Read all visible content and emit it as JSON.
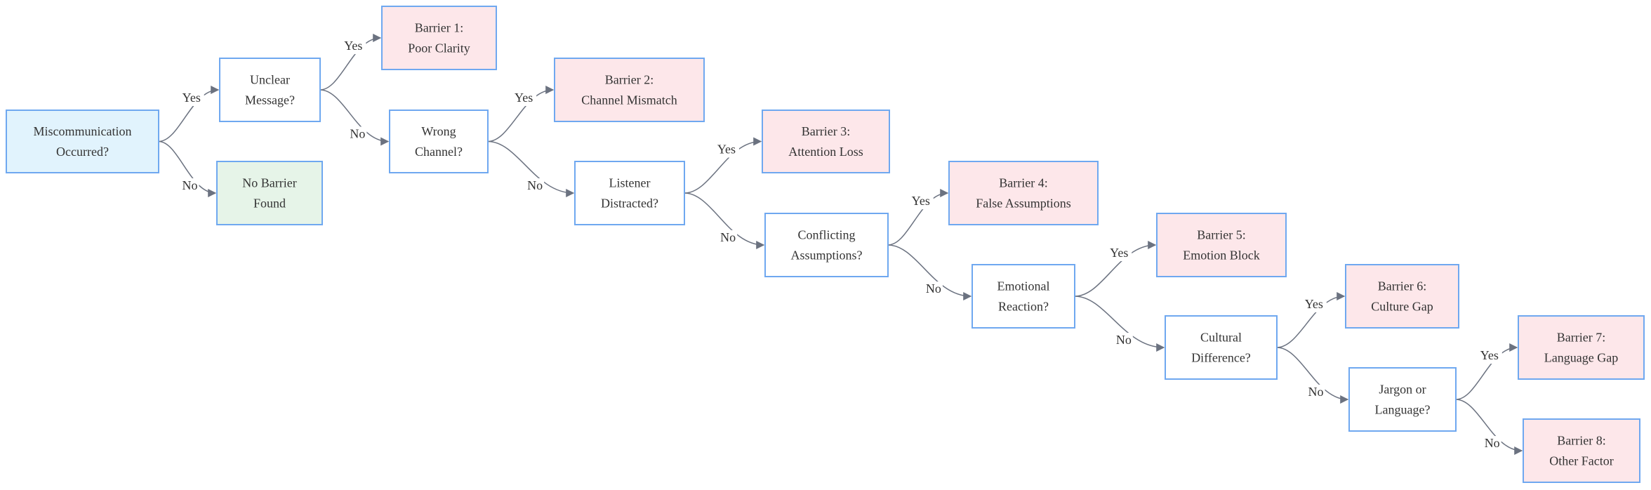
{
  "colors": {
    "start_fill": "#e1f3fd",
    "question_fill": "#ffffff",
    "barrier_fill": "#fde7ea",
    "none_fill": "#e6f4e8",
    "border": "#6fa8f0",
    "edge": "#6b7280",
    "text": "#333333"
  },
  "nodes": {
    "start": [
      "Miscommunication",
      "Occurred?"
    ],
    "no_barrier": [
      "No Barrier",
      "Found"
    ],
    "q_unclear": [
      "Unclear",
      "Message?"
    ],
    "b1": [
      "Barrier 1:",
      "Poor Clarity"
    ],
    "q_channel": [
      "Wrong",
      "Channel?"
    ],
    "b2": [
      "Barrier 2:",
      "Channel Mismatch"
    ],
    "q_listener": [
      "Listener",
      "Distracted?"
    ],
    "b3": [
      "Barrier 3:",
      "Attention Loss"
    ],
    "q_assumptions": [
      "Conflicting",
      "Assumptions?"
    ],
    "b4": [
      "Barrier 4:",
      "False Assumptions"
    ],
    "q_emotional": [
      "Emotional",
      "Reaction?"
    ],
    "b5": [
      "Barrier 5:",
      "Emotion Block"
    ],
    "q_cultural": [
      "Cultural",
      "Difference?"
    ],
    "b6": [
      "Barrier 6:",
      "Culture Gap"
    ],
    "q_jargon": [
      "Jargon or",
      "Language?"
    ],
    "b7": [
      "Barrier 7:",
      "Language Gap"
    ],
    "b8": [
      "Barrier 8:",
      "Other Factor"
    ]
  },
  "edges": [
    {
      "from": "start",
      "to": "q_unclear",
      "label": "Yes"
    },
    {
      "from": "start",
      "to": "no_barrier",
      "label": "No"
    },
    {
      "from": "q_unclear",
      "to": "b1",
      "label": "Yes"
    },
    {
      "from": "q_unclear",
      "to": "q_channel",
      "label": "No"
    },
    {
      "from": "q_channel",
      "to": "b2",
      "label": "Yes"
    },
    {
      "from": "q_channel",
      "to": "q_listener",
      "label": "No"
    },
    {
      "from": "q_listener",
      "to": "b3",
      "label": "Yes"
    },
    {
      "from": "q_listener",
      "to": "q_assumptions",
      "label": "No"
    },
    {
      "from": "q_assumptions",
      "to": "b4",
      "label": "Yes"
    },
    {
      "from": "q_assumptions",
      "to": "q_emotional",
      "label": "No"
    },
    {
      "from": "q_emotional",
      "to": "b5",
      "label": "Yes"
    },
    {
      "from": "q_emotional",
      "to": "q_cultural",
      "label": "No"
    },
    {
      "from": "q_cultural",
      "to": "b6",
      "label": "Yes"
    },
    {
      "from": "q_cultural",
      "to": "q_jargon",
      "label": "No"
    },
    {
      "from": "q_jargon",
      "to": "b7",
      "label": "Yes"
    },
    {
      "from": "q_jargon",
      "to": "b8",
      "label": "No"
    }
  ]
}
